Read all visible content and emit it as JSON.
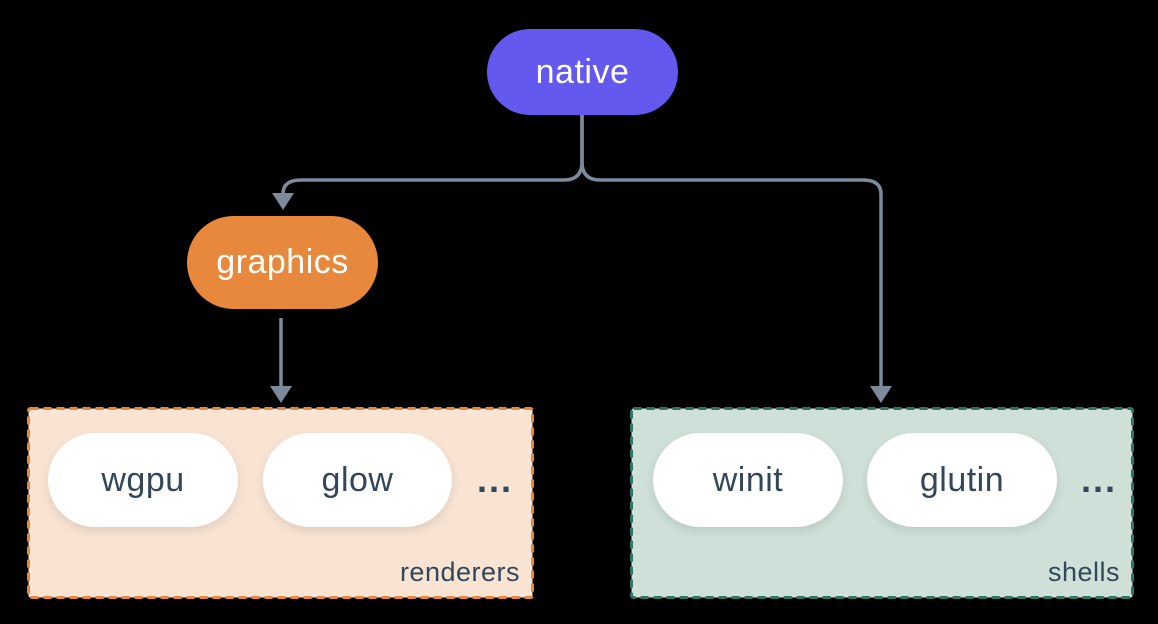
{
  "diagram": {
    "background": "#000000",
    "connector_color": "#7c8b9b",
    "text_color_on_node": "#ffffff",
    "text_color_dark": "#33475a",
    "nodes": {
      "native": {
        "label": "native",
        "color": "#6459ee"
      },
      "graphics": {
        "label": "graphics",
        "color": "#e8883c"
      }
    },
    "groups": {
      "renderers": {
        "label": "renderers",
        "fill": "#f9e4d3",
        "border": "#e8883c",
        "items": [
          {
            "label": "wgpu"
          },
          {
            "label": "glow"
          }
        ],
        "ellipsis": "..."
      },
      "shells": {
        "label": "shells",
        "fill": "#cfe0d9",
        "border": "#2e7568",
        "items": [
          {
            "label": "winit"
          },
          {
            "label": "glutin"
          }
        ],
        "ellipsis": "..."
      }
    },
    "edges": [
      {
        "from": "native",
        "to": "graphics"
      },
      {
        "from": "native",
        "to": "shells"
      },
      {
        "from": "graphics",
        "to": "renderers"
      }
    ]
  }
}
